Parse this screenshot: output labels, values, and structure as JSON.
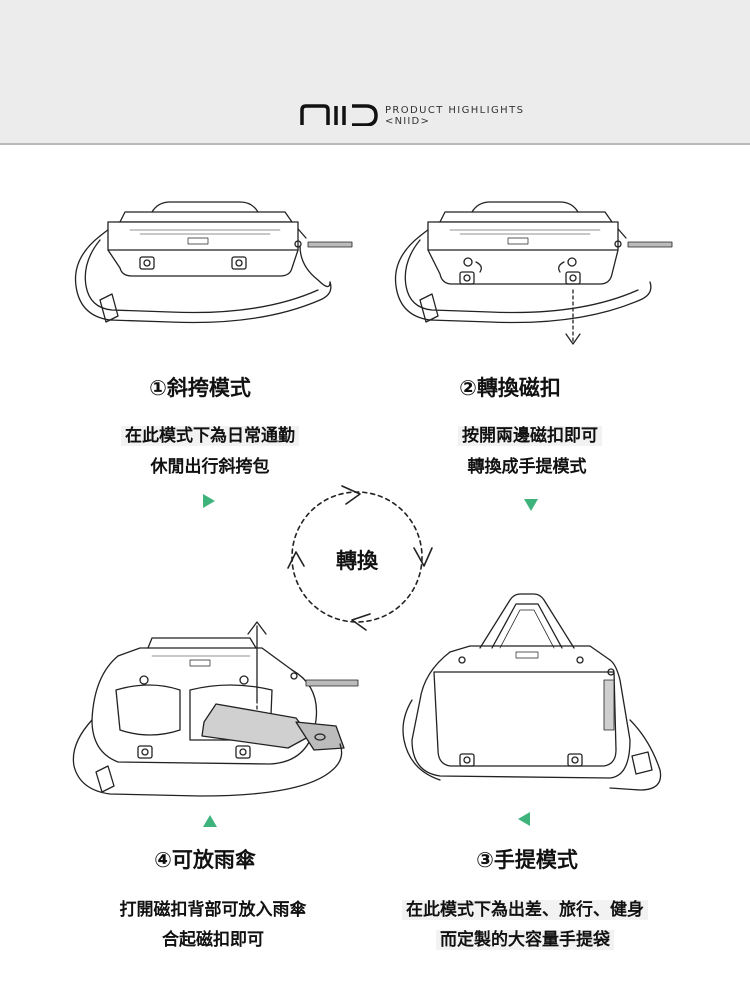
{
  "header": {
    "brand": "niid",
    "title": "PRODUCT  HIGHLIGHTS",
    "subtitle": "<NIID>"
  },
  "center": {
    "label": "轉換"
  },
  "modes": [
    {
      "title": "①斜挎模式",
      "desc_line1": "在此模式下為日常通勤",
      "desc_line2": "休閒出行斜挎包"
    },
    {
      "title": "②轉換磁扣",
      "desc_line1": "按開兩邊磁扣即可",
      "desc_line2": "轉換成手提模式"
    },
    {
      "title": "③手提模式",
      "desc_line1": "在此模式下為出差、旅行、健身",
      "desc_line2": "而定製的大容量手提袋"
    },
    {
      "title": "④可放雨傘",
      "desc_line1": "打開磁扣背部可放入雨傘",
      "desc_line2": "合起磁扣即可"
    }
  ],
  "colors": {
    "accent": "#3fb37c",
    "header_bg": "#ececec",
    "line": "#222222"
  }
}
